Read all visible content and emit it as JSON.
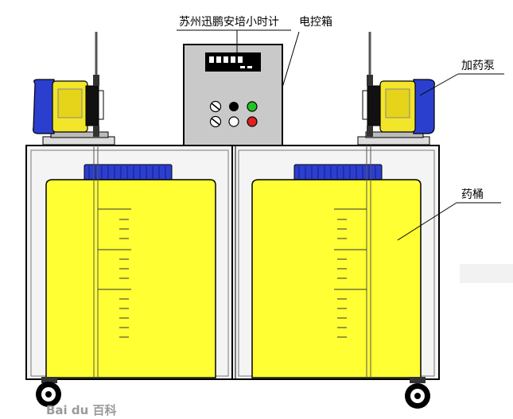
{
  "labels": {
    "timer": "苏州迅鹏安培小时计",
    "control_box": "电控箱",
    "dosing_pump": "加药泵",
    "tank": "药桶"
  },
  "watermark": "Bai du 百科",
  "colors": {
    "tank_yellow": "#ffff33",
    "pump_blue": "#2b3fcf",
    "pump_yellow": "#f2e52a",
    "panel_grey": "#c9c9c9",
    "display": "#000000",
    "button_green": "#22c322",
    "button_red": "#e02020"
  },
  "icons": [
    "dosing-pump-icon",
    "wheel-icon",
    "knob-icon",
    "indicator-light-icon"
  ]
}
